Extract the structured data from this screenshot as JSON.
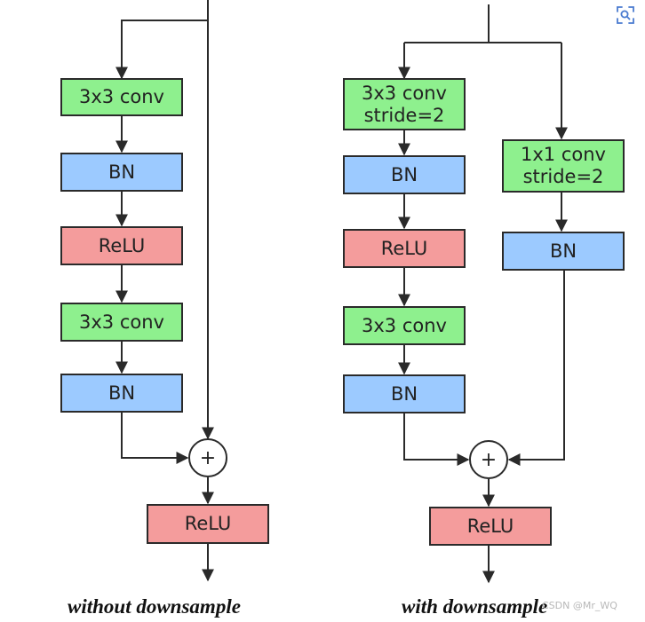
{
  "left": {
    "blocks": [
      "3x3 conv",
      "BN",
      "ReLU",
      "3x3 conv",
      "BN"
    ],
    "add_symbol": "+",
    "out_block": "ReLU",
    "caption": "without downsample"
  },
  "right": {
    "main_blocks": [
      [
        "3x3 conv",
        "stride=2"
      ],
      [
        "BN"
      ],
      [
        "ReLU"
      ],
      [
        "3x3 conv"
      ],
      [
        "BN"
      ]
    ],
    "shortcut_blocks": [
      [
        "1x1 conv",
        "stride=2"
      ],
      [
        "BN"
      ]
    ],
    "add_symbol": "+",
    "out_block": "ReLU",
    "caption": "with downsample"
  },
  "watermark": "CSDN @Mr_WQ",
  "colors": {
    "conv": "#8ef08e",
    "bn": "#9ccaff",
    "relu": "#f49c9c",
    "stroke": "#2a2a2a"
  },
  "icons": {
    "corner": "scan-icon"
  }
}
